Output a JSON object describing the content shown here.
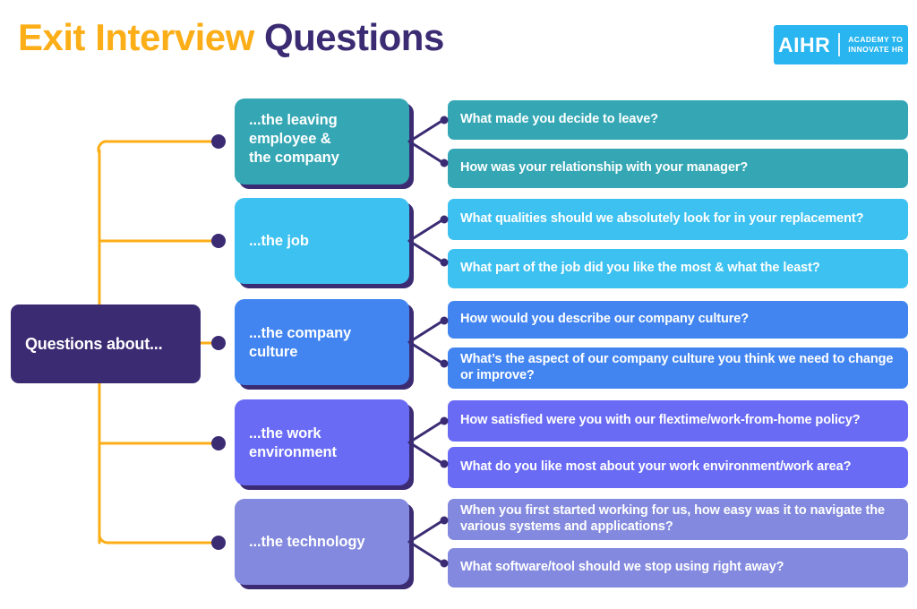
{
  "header": {
    "title_accent": "Exit Interview",
    "title_main": "Questions",
    "logo": {
      "mark": "AIHR",
      "tagline_line1": "ACADEMY TO",
      "tagline_line2": "INNOVATE HR",
      "background_color": "#29B6F0"
    }
  },
  "colors": {
    "background": "#FFFFFF",
    "accent_orange": "#FBAE17",
    "deep_purple": "#3B2B73",
    "connector_line": "#FBAE17",
    "connector_dot": "#3B2B73"
  },
  "mindmap": {
    "type": "mind-map",
    "root": {
      "label": "Questions about...",
      "color": "#3B2B73",
      "text_color": "#FFFFFF"
    },
    "branches": [
      {
        "id": "leaving-employee-company",
        "label": "...the leaving\nemployee &\nthe company",
        "color": "#35A7B4",
        "questions": [
          "What made you decide to leave?",
          "How was your relationship with your manager?"
        ]
      },
      {
        "id": "the-job",
        "label": "...the job",
        "color": "#3DC1F0",
        "questions": [
          "What qualities should we absolutely look for in your replacement?",
          "What part of the job did you like the most & what the least?"
        ]
      },
      {
        "id": "company-culture",
        "label": "...the company\nculture",
        "color": "#4285F0",
        "questions": [
          "How would you describe our company culture?",
          "What’s the aspect of our company culture you think we need to change or improve?"
        ]
      },
      {
        "id": "work-environment",
        "label": "...the work\nenvironment",
        "color": "#6A6BF5",
        "questions": [
          "How satisfied were you with our flextime/work-from-home policy?",
          "What do you like most about your work environment/work area?"
        ]
      },
      {
        "id": "the-technology",
        "label": "...the technology",
        "color": "#8289DE",
        "questions": [
          "When you first started working for us, how easy was it to navigate the various systems and applications?",
          "What software/tool should we stop using right away?"
        ]
      }
    ]
  }
}
